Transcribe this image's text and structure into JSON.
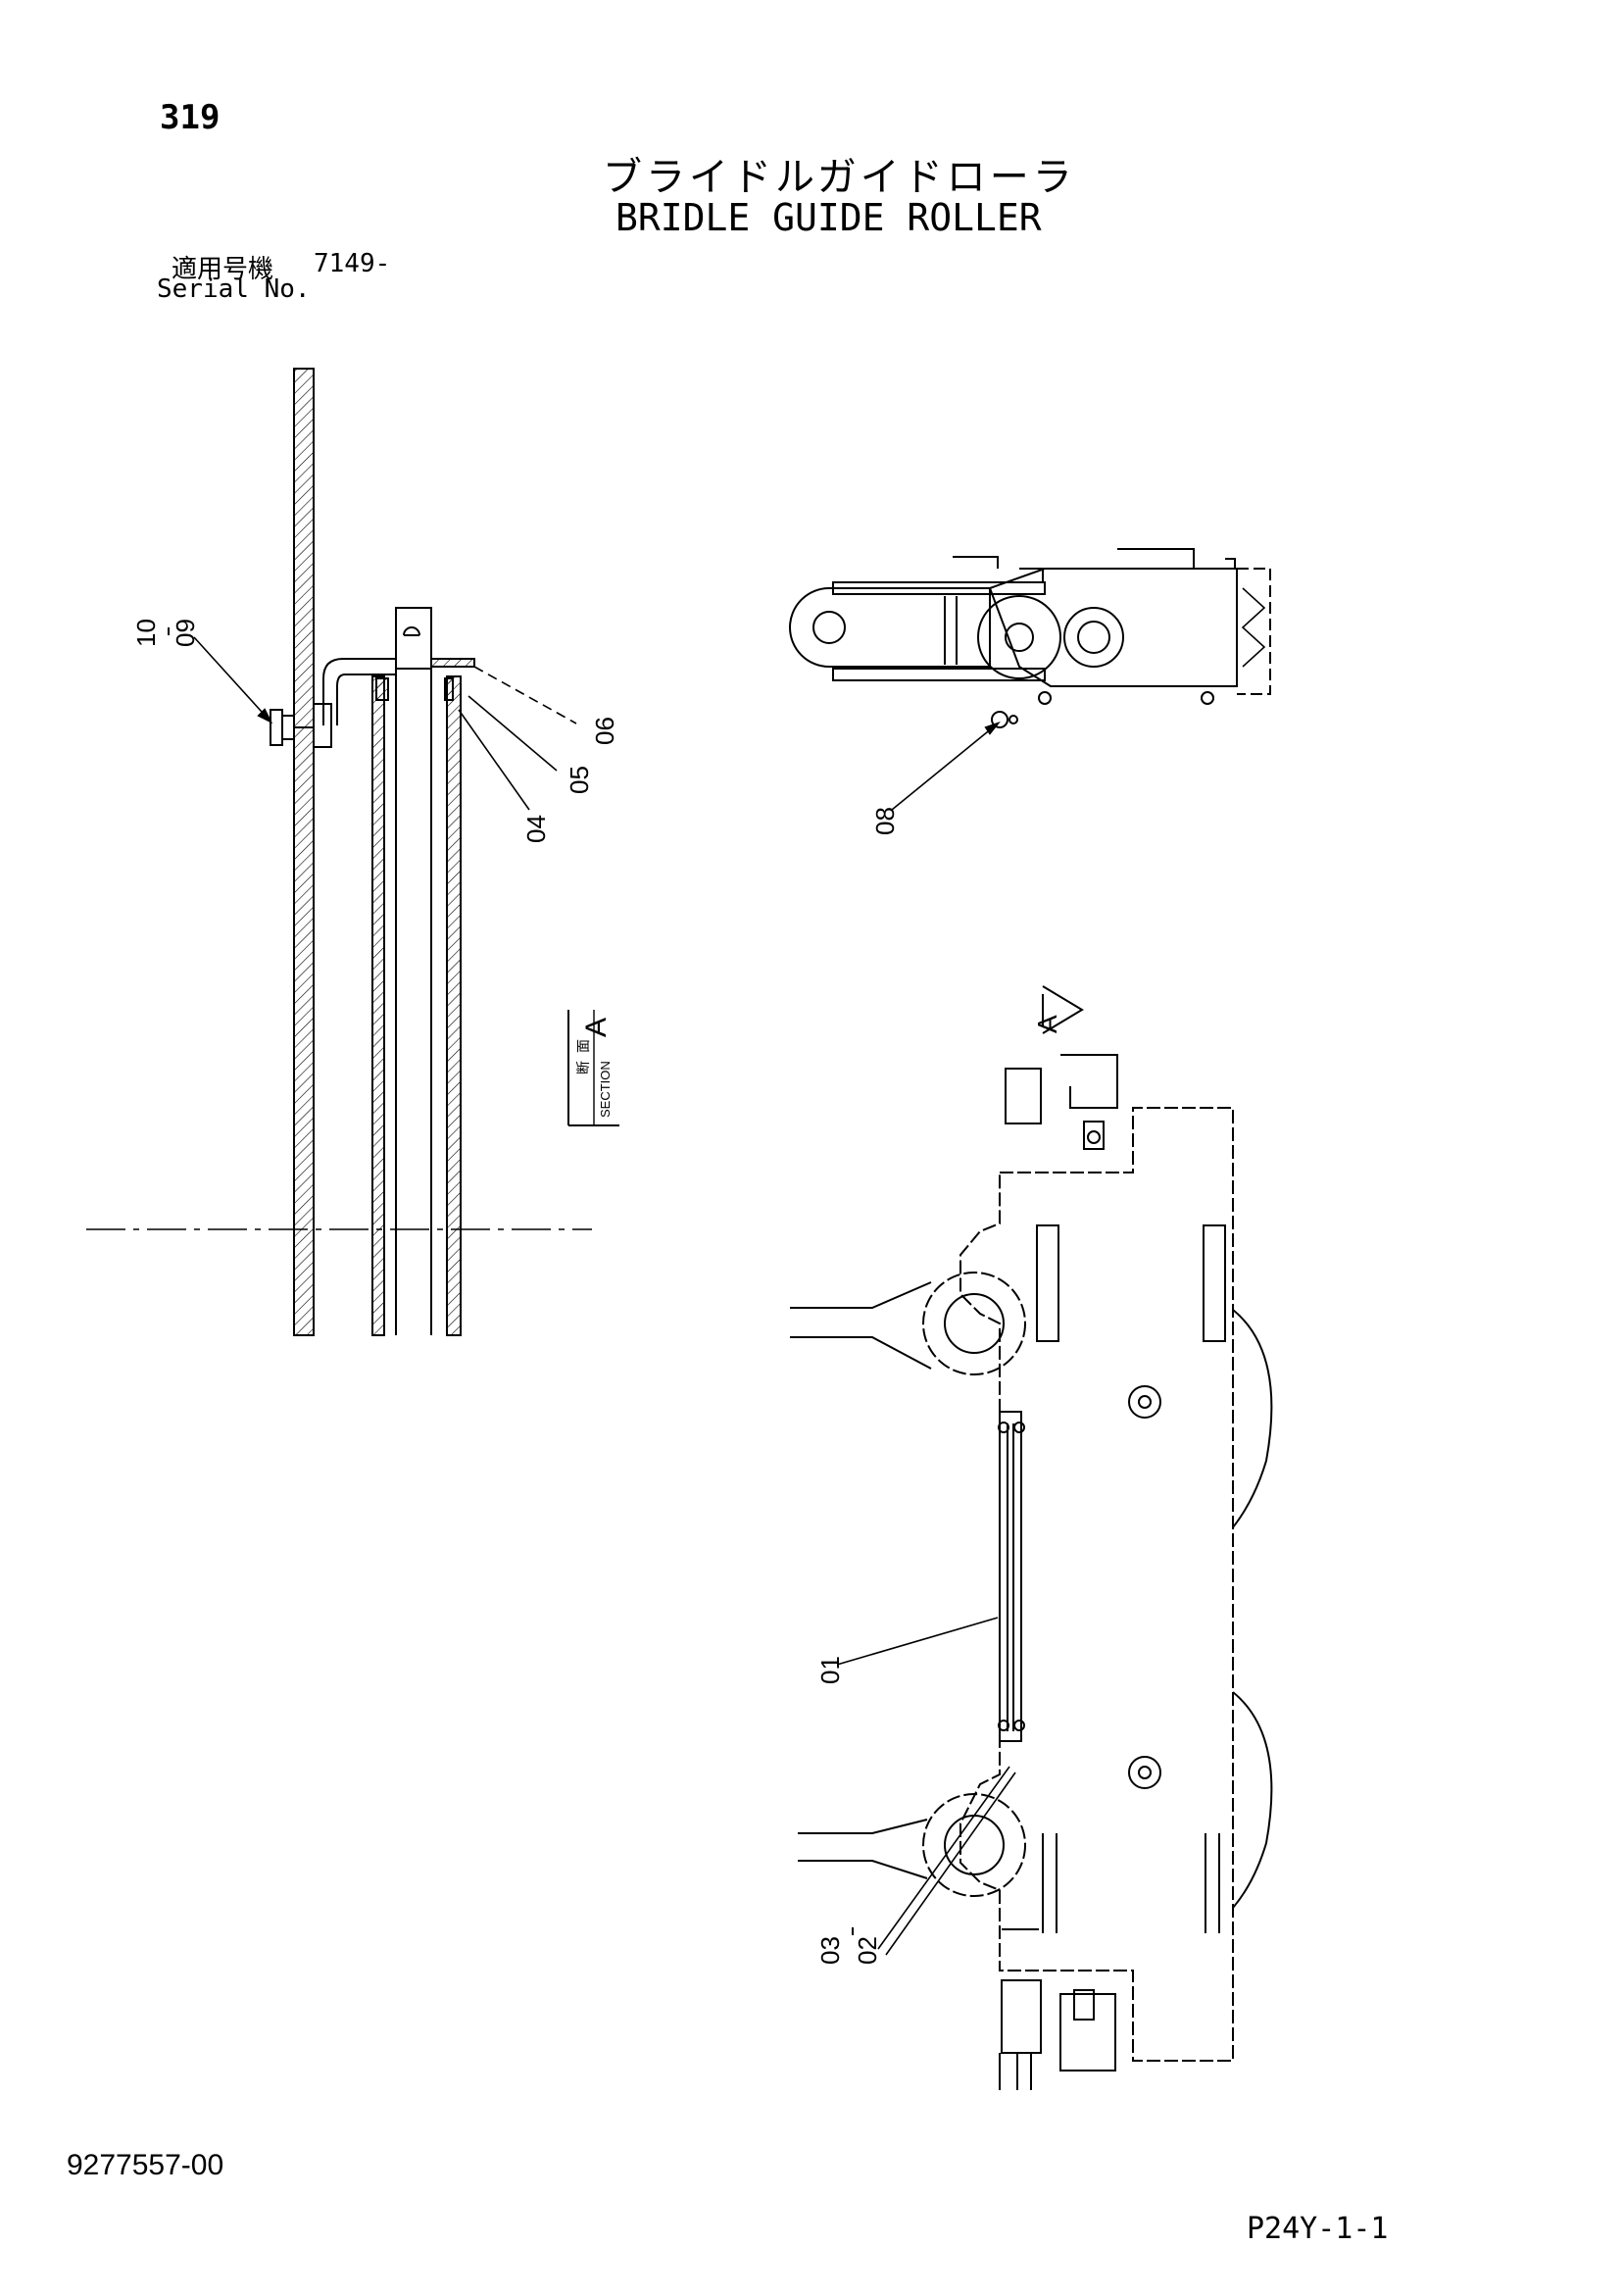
{
  "header": {
    "page_number": "319",
    "title_jp": "ブライドルガイドローラ",
    "title_en": "BRIDLE GUIDE ROLLER",
    "serial_label_jp": "適用号機",
    "serial_value": "7149-",
    "serial_label_en": "Serial No."
  },
  "callouts": {
    "p01": "01",
    "p02": "02",
    "p03": "03",
    "p04": "04",
    "p05": "05",
    "p06": "06",
    "p08": "08",
    "p09": "09",
    "p10": "10"
  },
  "section": {
    "label_jp_1": "断",
    "label_jp_2": "面",
    "label_en": "SECTION",
    "letter": "A",
    "arrow_letter": "A"
  },
  "footer": {
    "doc_number": "9277557-00",
    "page_code": "P24Y-1-1"
  }
}
